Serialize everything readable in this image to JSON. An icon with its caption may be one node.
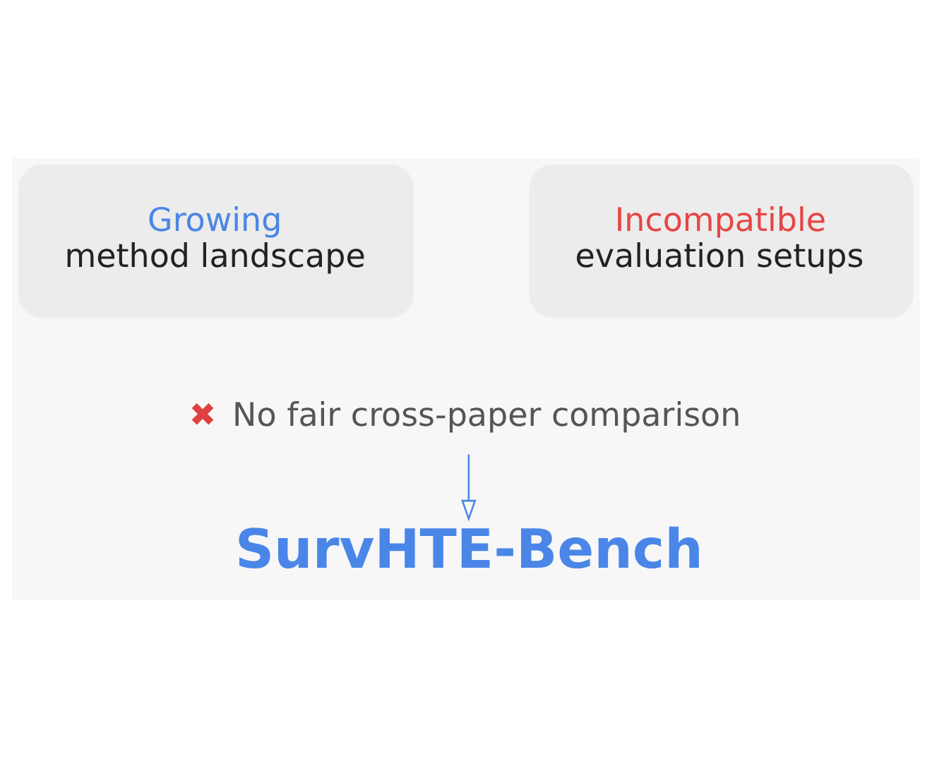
{
  "diagram": {
    "nodes": [
      {
        "text": [
          "Growing",
          "method landscape"
        ]
      },
      {
        "text": [
          "Incompatible",
          "evaluation setups"
        ]
      },
      {
        "text": [
          "✖",
          "No fair cross-paper comparison"
        ]
      },
      {
        "text": [
          "SurvHTE-Bench"
        ]
      }
    ],
    "edges": [
      {
        "from": 2,
        "to": 3,
        "arrow": "to"
      }
    ]
  }
}
